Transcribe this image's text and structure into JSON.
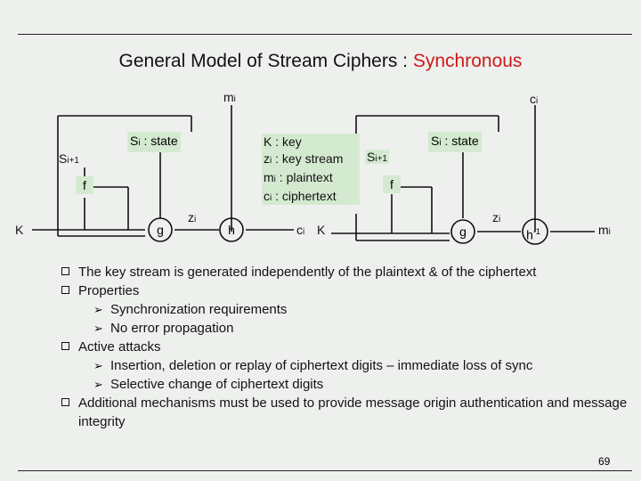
{
  "title": {
    "main": "General Model of Stream Ciphers : ",
    "highlight": "Synchronous"
  },
  "diagram": {
    "m_i": "m",
    "c_i": "c",
    "sub_i": "i",
    "sub_i1": "i+1",
    "state_left": "S",
    "state_right": "S",
    "state_suffix": " : state",
    "si1_left": "S",
    "si1_right": "S",
    "f_left": "f",
    "f_right": "f",
    "k_left": "K",
    "k_right": "K",
    "g_left": "g",
    "g_right": "g",
    "z_left": "z",
    "z_right": "z",
    "h": "h",
    "h_inv": "h",
    "h_inv_sup": "-1",
    "c_mid": "c",
    "m_out": "m"
  },
  "legend": {
    "k_label": "K : key",
    "z": "z",
    "z_rest": " : key stream",
    "m": "m",
    "m_rest": " : plaintext",
    "c": "c",
    "c_rest": " : ciphertext"
  },
  "bullets": {
    "b1": "The key stream is generated independently of the plaintext & of the ciphertext",
    "b2": "Properties",
    "b2_sub1": "Synchronization requirements",
    "b2_sub2": "No error propagation",
    "b3": "Active attacks",
    "b3_sub1": "Insertion, deletion or replay of ciphertext digits – immediate loss of sync",
    "b3_sub2": "Selective change of ciphertext digits",
    "b4": "Additional mechanisms must be used to provide message origin authentication and message integrity"
  },
  "page_number": "69",
  "colors": {
    "highlight": "#cc1a1a",
    "box_fill": "#d4ead0",
    "line": "#111111"
  }
}
